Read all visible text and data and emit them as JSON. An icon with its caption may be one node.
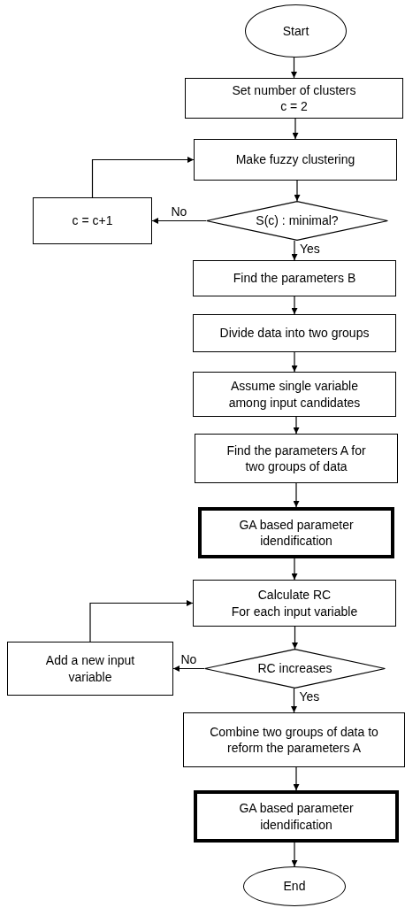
{
  "diagram": {
    "nodes": [
      {
        "text": [
          "Start"
        ]
      },
      {
        "text": [
          "Set number of clusters",
          "c = 2"
        ]
      },
      {
        "text": [
          "Make fuzzy clustering"
        ]
      },
      {
        "text": [
          "S(c) : minimal?"
        ]
      },
      {
        "text": [
          "c = c+1"
        ]
      },
      {
        "text": [
          "Find the parameters B"
        ]
      },
      {
        "text": [
          "Divide data into two groups"
        ]
      },
      {
        "text": [
          "Assume single variable among input candidates"
        ]
      },
      {
        "text": [
          "Find the parameters A for two groups of data"
        ]
      },
      {
        "text": [
          "GA based parameter idendification"
        ]
      },
      {
        "text": [
          "Calculate RC",
          "For each input variable"
        ]
      },
      {
        "text": [
          "RC increases"
        ]
      },
      {
        "text": [
          "Add a new input variable"
        ]
      },
      {
        "text": [
          "Combine two groups of data to reform the parameters A"
        ]
      },
      {
        "text": [
          "GA based parameter idendification"
        ]
      },
      {
        "text": [
          "End"
        ]
      }
    ],
    "edges": [
      {
        "from": 0,
        "to": 1,
        "arrow": "to"
      },
      {
        "from": 1,
        "to": 2,
        "arrow": "to"
      },
      {
        "from": 2,
        "to": 3,
        "arrow": "to"
      },
      {
        "from": 3,
        "to": 4,
        "arrow": "to",
        "label": "No"
      },
      {
        "from": 4,
        "to": 2,
        "arrow": "to"
      },
      {
        "from": 3,
        "to": 5,
        "arrow": "to",
        "label": "Yes"
      },
      {
        "from": 5,
        "to": 6,
        "arrow": "to"
      },
      {
        "from": 6,
        "to": 7,
        "arrow": "to"
      },
      {
        "from": 7,
        "to": 8,
        "arrow": "to"
      },
      {
        "from": 8,
        "to": 9,
        "arrow": "to"
      },
      {
        "from": 9,
        "to": 10,
        "arrow": "to"
      },
      {
        "from": 10,
        "to": 11,
        "arrow": "to"
      },
      {
        "from": 11,
        "to": 12,
        "arrow": "to",
        "label": "No"
      },
      {
        "from": 12,
        "to": 10,
        "arrow": "to"
      },
      {
        "from": 11,
        "to": 13,
        "arrow": "to",
        "label": "Yes"
      },
      {
        "from": 13,
        "to": 14,
        "arrow": "to"
      },
      {
        "from": 14,
        "to": 15,
        "arrow": "to"
      }
    ]
  }
}
